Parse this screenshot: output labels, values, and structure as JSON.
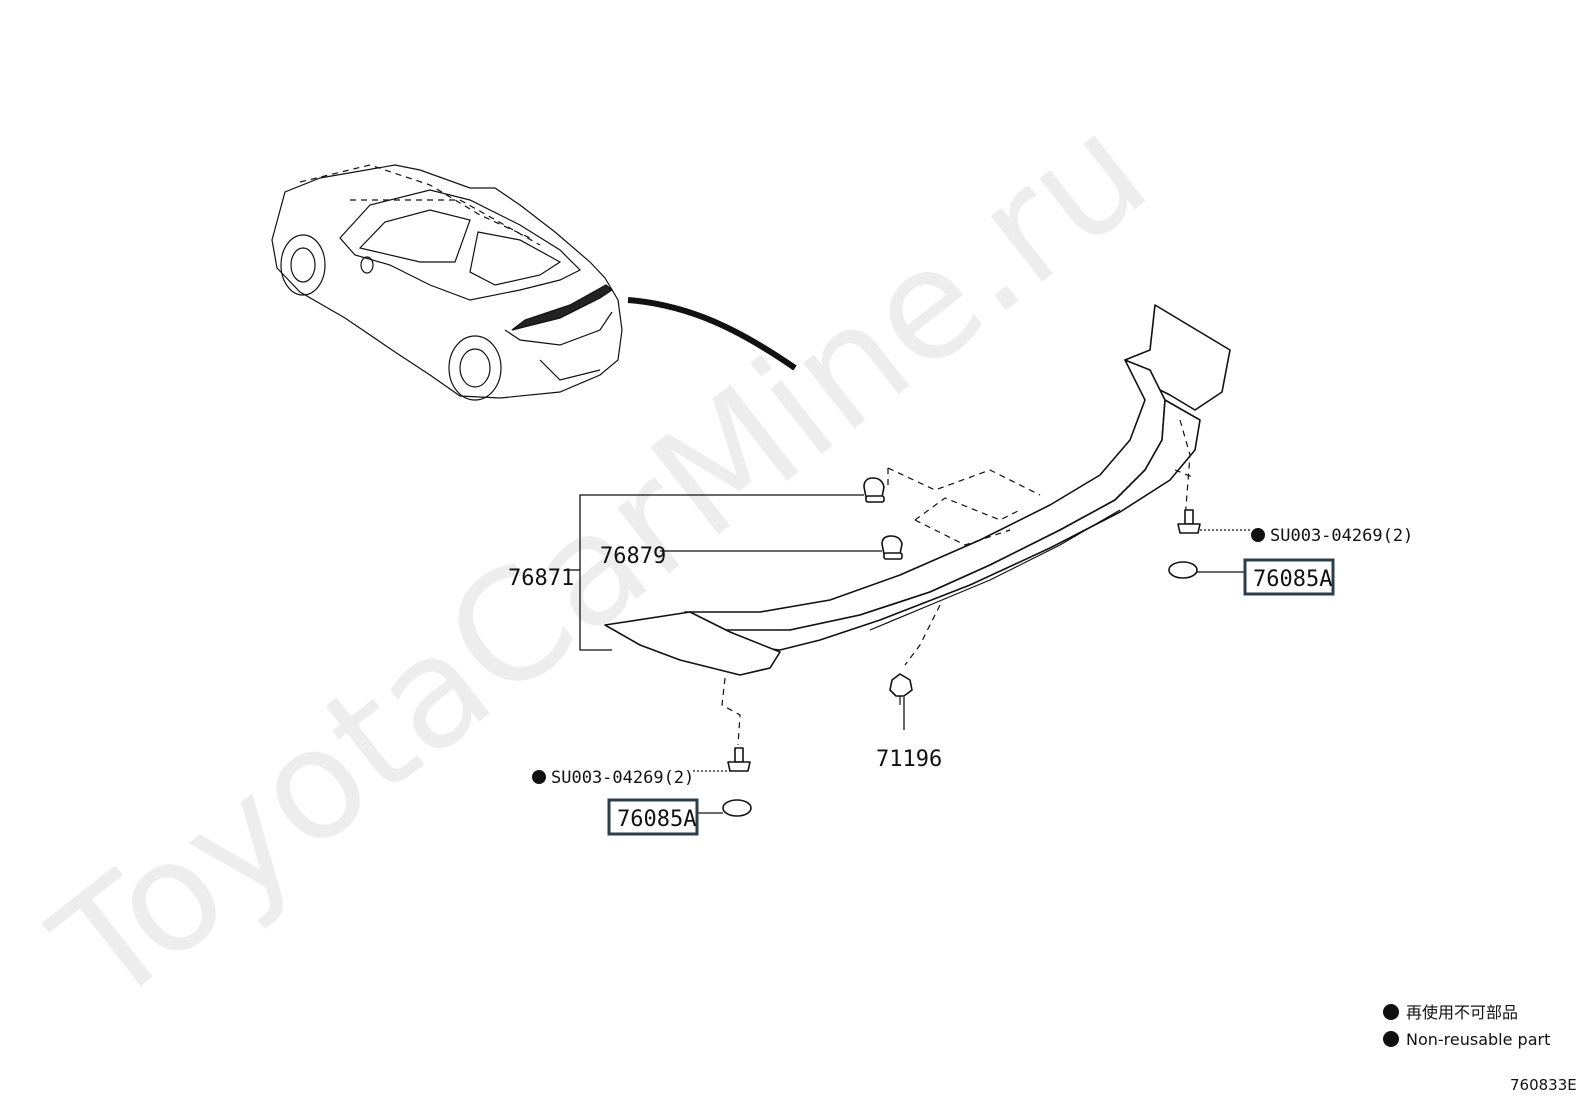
{
  "watermark": "ToyotaCarMine.ru",
  "parts": {
    "spoiler_assembly": "76871",
    "cushion": "76879",
    "clip": "71196",
    "bolt_upper_right": "SU003-04269(2)",
    "bolt_lower_left": "SU003-04269(2)",
    "plug_right": "76085A",
    "plug_left": "76085A"
  },
  "legend": {
    "line_jp": "再使用不可部品",
    "line_en": "Non-reusable part"
  },
  "figure_id": "760833E",
  "colors": {
    "line": "#111111",
    "box_border": "#2c3e4a",
    "watermark": "#000000"
  }
}
